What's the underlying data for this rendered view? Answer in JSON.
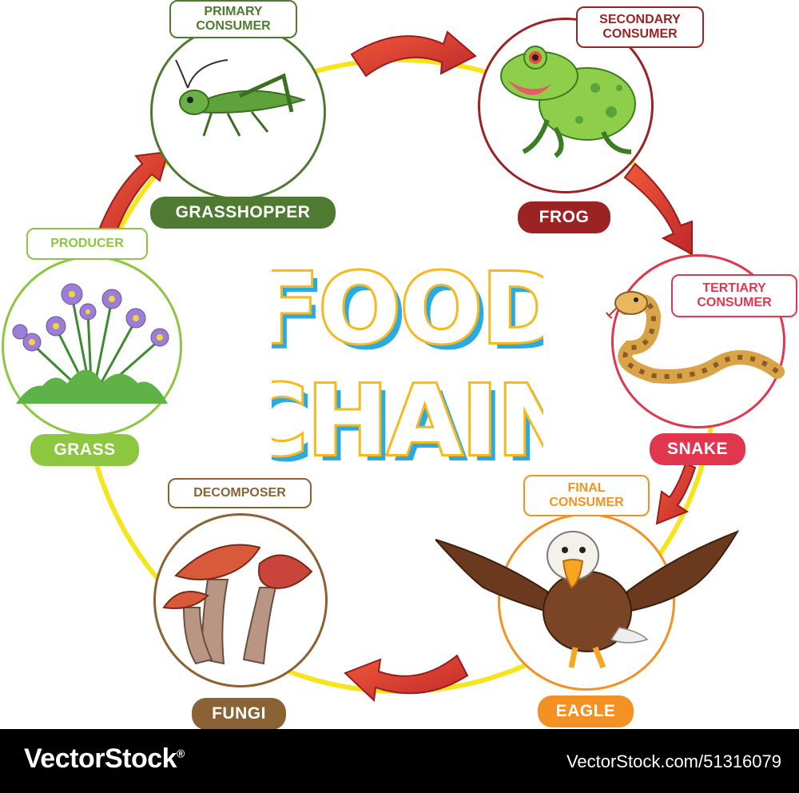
{
  "title": {
    "line1": "FOOD",
    "line2": "CHAIN"
  },
  "nodes": {
    "producer": {
      "role": "PRODUCER",
      "name": "GRASS",
      "color": "#8dc63f"
    },
    "primary": {
      "role": "PRIMARY CONSUMER",
      "name": "GRASSHOPPER",
      "color": "#4f7a32"
    },
    "secondary": {
      "role": "SECONDARY CONSUMER",
      "name": "FROG",
      "color": "#9b2323"
    },
    "tertiary": {
      "role": "TERTIARY CONSUMER",
      "name": "SNAKE",
      "color": "#e0374f"
    },
    "final": {
      "role": "FINAL CONSUMER",
      "name": "EAGLE",
      "color": "#f39124"
    },
    "decomposer": {
      "role": "DECOMPOSER",
      "name": "FUNGI",
      "color": "#8a6234"
    }
  },
  "footer": {
    "brand": "VectorStock",
    "registered": "®",
    "reference": "VectorStock.com/51316079"
  }
}
